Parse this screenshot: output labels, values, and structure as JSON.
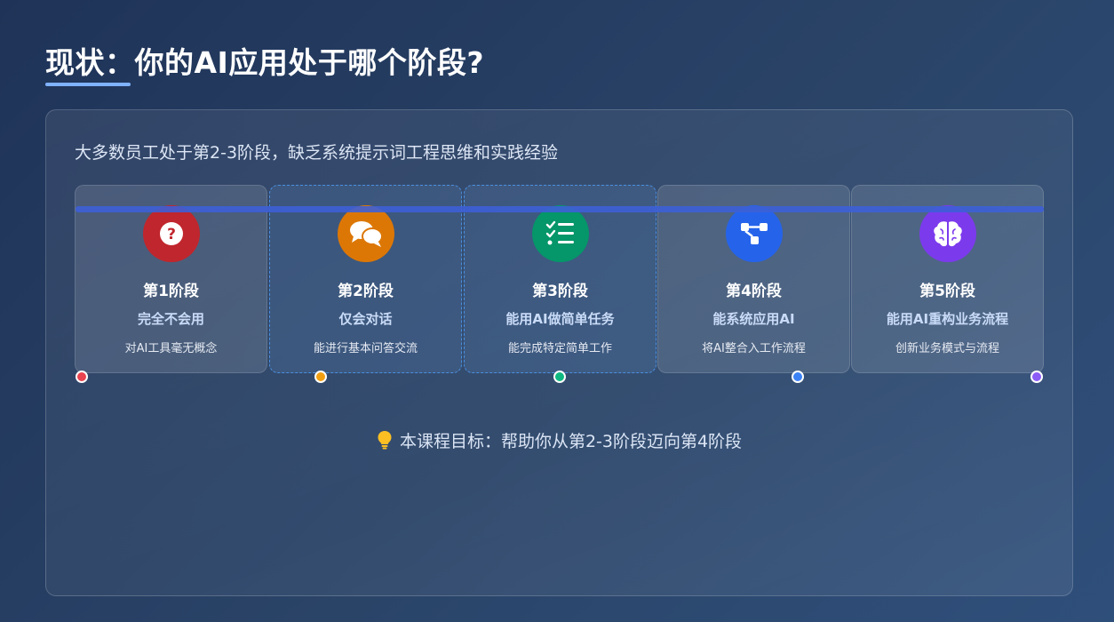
{
  "title": "现状：你的AI应用处于哪个阶段?",
  "subtitle": "大多数员工处于第2-3阶段，缺乏系统提示词工程思维和实践经验",
  "stages": [
    {
      "name": "第1阶段",
      "desc": "完全不会用",
      "detail": "对AI工具毫无概念",
      "icon": "question-icon",
      "color": "#c0262d",
      "dot_color": "#e9434f"
    },
    {
      "name": "第2阶段",
      "desc": "仅会对话",
      "detail": "能进行基本问答交流",
      "icon": "chat-bubbles-icon",
      "color": "#dc7706",
      "dot_color": "#f2a012"
    },
    {
      "name": "第3阶段",
      "desc": "能用AI做简单任务",
      "detail": "能完成特定简单工作",
      "icon": "checklist-icon",
      "color": "#059669",
      "dot_color": "#10b981"
    },
    {
      "name": "第4阶段",
      "desc": "能系统应用AI",
      "detail": "将AI整合入工作流程",
      "icon": "workflow-icon",
      "color": "#2563eb",
      "dot_color": "#3b82f6"
    },
    {
      "name": "第5阶段",
      "desc": "能用AI重构业务流程",
      "detail": "创新业务模式与流程",
      "icon": "brain-icon",
      "color": "#7c3aed",
      "dot_color": "#8b5cf6"
    }
  ],
  "goal": "本课程目标：帮助你从第2-3阶段迈向第4阶段",
  "goal_icon": "lightbulb-icon",
  "colors": {
    "accent": "#7fb2ff",
    "track": "#3d5fd6",
    "highlight_border": "#4a8fe0"
  }
}
